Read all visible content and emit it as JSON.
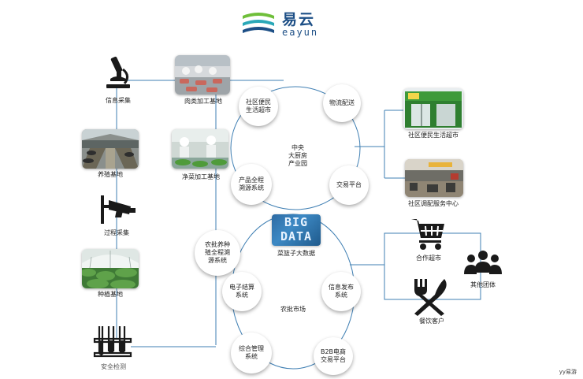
{
  "logo": {
    "name_cn": "易云",
    "name_en": "eayun"
  },
  "center": {
    "bigdata_line1": "BIG",
    "bigdata_line2": "DATA",
    "label": "菜篮子大数据"
  },
  "left_column": {
    "info_collect": "信息采集",
    "breeding_base": "养殖基地",
    "process_collect": "过程采集",
    "planting_base": "种植基地",
    "safety_test": "安全检测"
  },
  "mid_left": {
    "meat_base": "肉类加工基地",
    "veg_base": "净菜加工基地"
  },
  "ring": {
    "community_supermarket": "社区便民\n生活超市",
    "logistics": "物流配送",
    "central_kitchen": "中央\n大厨房\n产业园",
    "traceability": "产品全程\n溯源系统",
    "trading_platform": "交易平台",
    "farm_trace": "农批养种\n殖全程溯\n源系统",
    "e_settlement": "电子结算\n系统",
    "info_publish": "信息发布\n系统",
    "farm_market": "农批市场",
    "integrated_mgmt": "综合管理\n系统",
    "b2b": "B2B电商\n交易平台"
  },
  "right": {
    "community_store": "社区便民生活超市",
    "dispatch_center": "社区调配服务中心",
    "coop_supermarket": "合作超市",
    "other_groups": "其他团体",
    "catering": "餐饮客户"
  },
  "watermark": "yy易游",
  "colors": {
    "line": "#3f7fb3",
    "brand": "#1d4f86",
    "green": "#6fbf3a",
    "teal": "#2aa8b8"
  }
}
